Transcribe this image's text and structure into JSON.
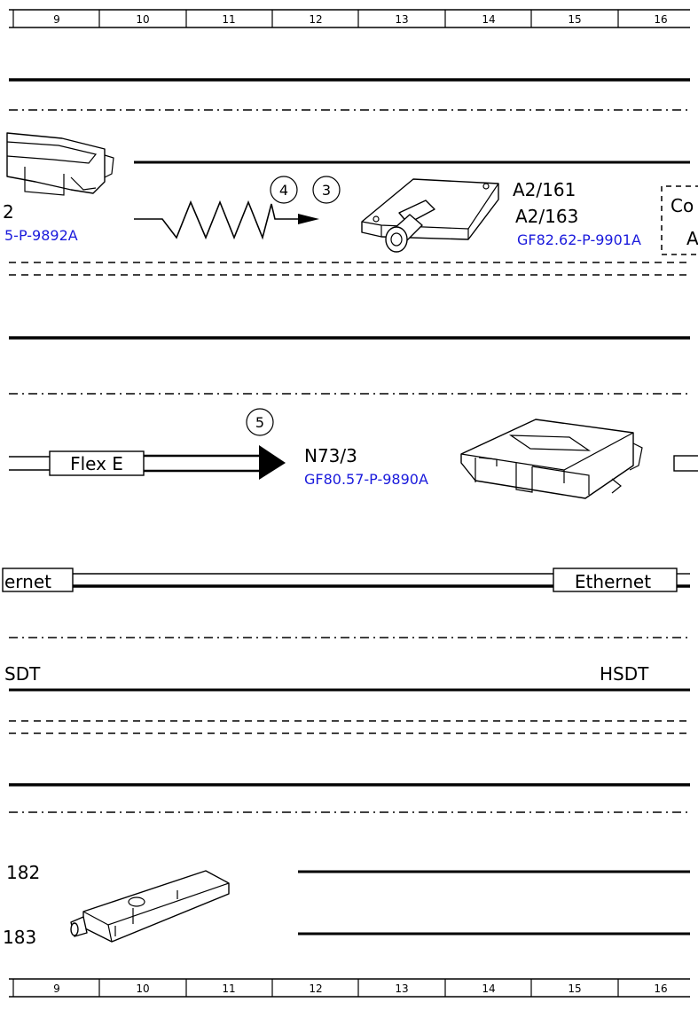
{
  "ruler": {
    "top": [
      "9",
      "10",
      "11",
      "12",
      "13",
      "14",
      "15",
      "16"
    ],
    "bottom": [
      "9",
      "10",
      "11",
      "12",
      "13",
      "14",
      "15",
      "16"
    ]
  },
  "components": {
    "left_module": {
      "label": "2",
      "ref": "5-P-9892A"
    },
    "resistor": {
      "circle_a": "4",
      "circle_b": "3"
    },
    "antenna_module": {
      "label_1": "A2/161",
      "label_2": "A2/163",
      "ref": "GF82.62-P-9901A"
    },
    "dashed_box": {
      "label_line1": "Co",
      "label_line2": "A"
    },
    "flex_arrow": {
      "circle": "5",
      "bus_label": "Flex E"
    },
    "n73_module": {
      "label": "N73/3",
      "ref": "GF80.57-P-9890A"
    },
    "ethernet": {
      "left_label": "ernet",
      "right_label": "Ethernet"
    },
    "hsdt": {
      "left_label": "SDT",
      "right_label": "HSDT"
    },
    "bottom_module": {
      "label_1": "182",
      "label_2": "183"
    }
  }
}
